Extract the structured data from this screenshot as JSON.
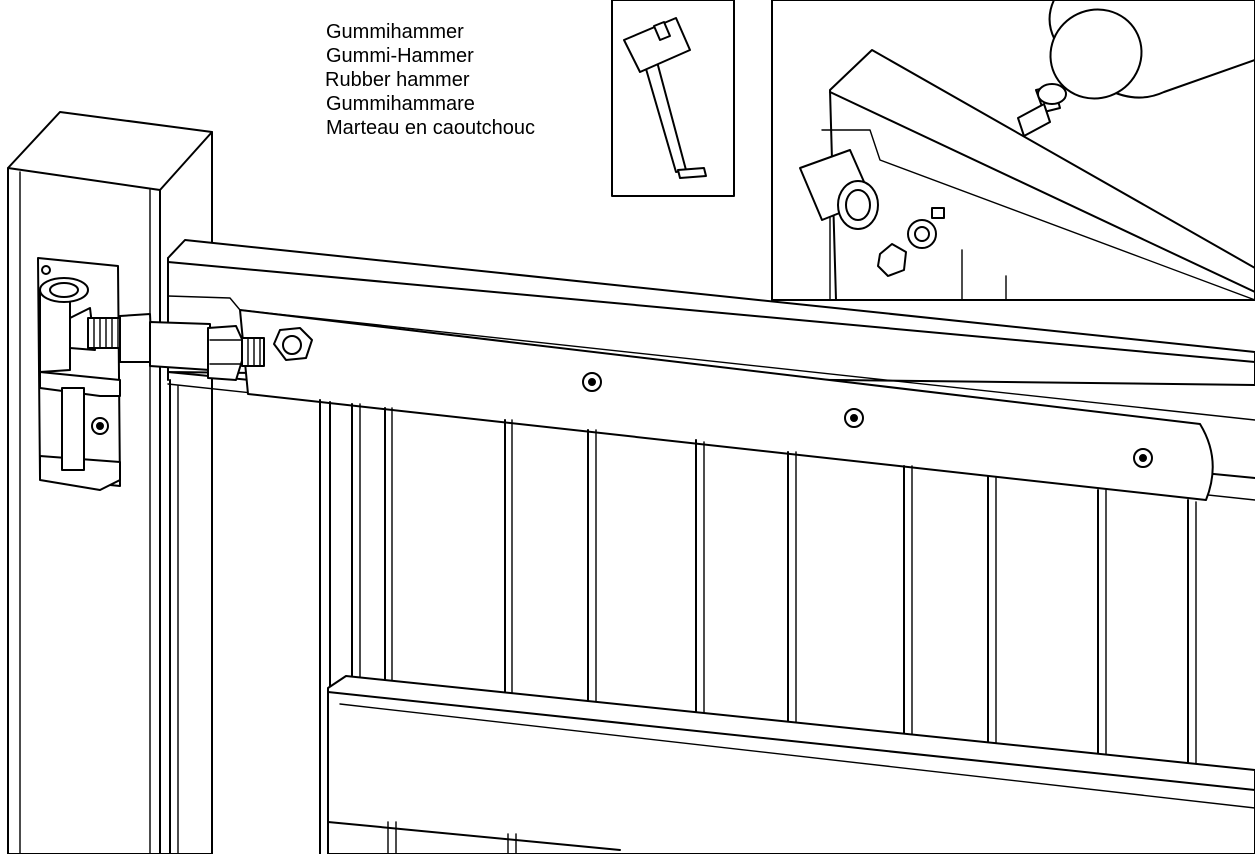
{
  "tool_labels": [
    "Gummihammer",
    "Gummi-Hammer",
    "Rubber hammer",
    "Gummihammare",
    "Marteau en caoutchouc"
  ],
  "icons": {
    "tool": "rubber-hammer-icon",
    "fasteners": "torx-screw-icon",
    "hinge": "gate-hinge-icon",
    "nut": "hex-nut-icon"
  }
}
